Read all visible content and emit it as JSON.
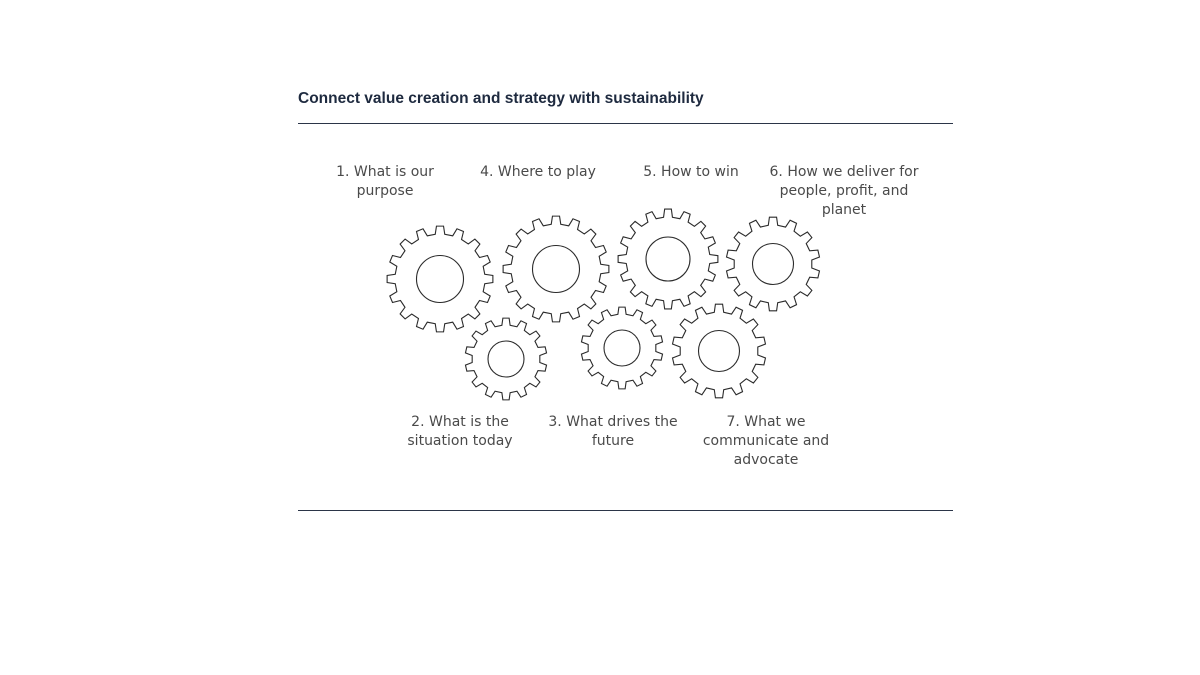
{
  "title": "Connect value creation and strategy with sustainability",
  "colors": {
    "title": "#1e2a3f",
    "rule": "#2b3548",
    "gear_stroke": "#2b2b2b",
    "label": "#4a4a4a"
  },
  "steps": [
    {
      "label": "1. What is our\npurpose"
    },
    {
      "label": "2. What is the\nsituation today"
    },
    {
      "label": "3. What drives the\nfuture"
    },
    {
      "label": "4. Where to play"
    },
    {
      "label": "5. How to win"
    },
    {
      "label": "6. How we deliver for\npeople, profit, and\nplanet"
    },
    {
      "label": "7. What we\ncommunicate and\nadvocate"
    }
  ]
}
